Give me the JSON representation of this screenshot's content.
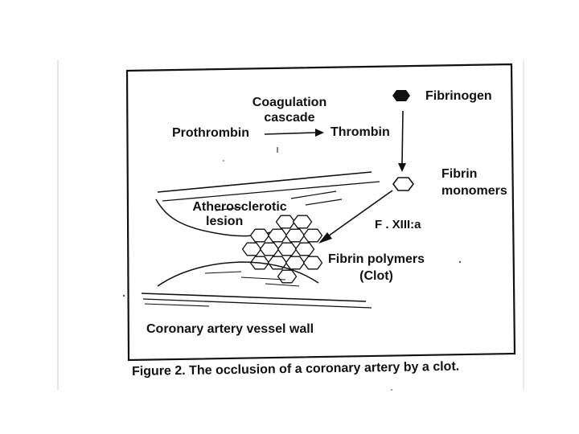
{
  "diagram": {
    "labels": {
      "coagulation_cascade": [
        "Coagulation",
        "cascade"
      ],
      "prothrombin": "Prothrombin",
      "thrombin": "Thrombin",
      "fibrinogen": "Fibrinogen",
      "fibrin_monomers": [
        "Fibrin",
        "monomers"
      ],
      "atherosclerotic_lesion": [
        "Atherosclerotic",
        "lesion"
      ],
      "factor": "F . XIII:a",
      "fibrin_polymers": [
        "Fibrin polymers",
        "(Clot)"
      ],
      "vessel_wall": "Coronary artery vessel wall"
    },
    "caption": "Figure 2.  The occlusion of a coronary artery by a clot."
  }
}
